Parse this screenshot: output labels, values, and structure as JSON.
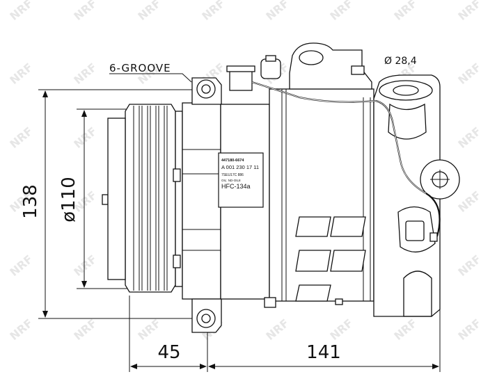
{
  "annotations": {
    "groove": "6-GROOVE",
    "port_diameter": "Ø 28,4"
  },
  "dimensions": {
    "height": "138",
    "pulley_diameter": "ø110",
    "pulley_depth": "45",
    "body_length": "141"
  },
  "label_plate": {
    "line1": "447180-6674",
    "line2": "A 001 230 17 11",
    "line3": "7SEU17C 886",
    "line4": "OIL: ND-OIL8",
    "line5": "HFC-134a"
  },
  "watermark": "NRF",
  "colors": {
    "line": "#111111",
    "watermark": "#e6e6e6"
  }
}
